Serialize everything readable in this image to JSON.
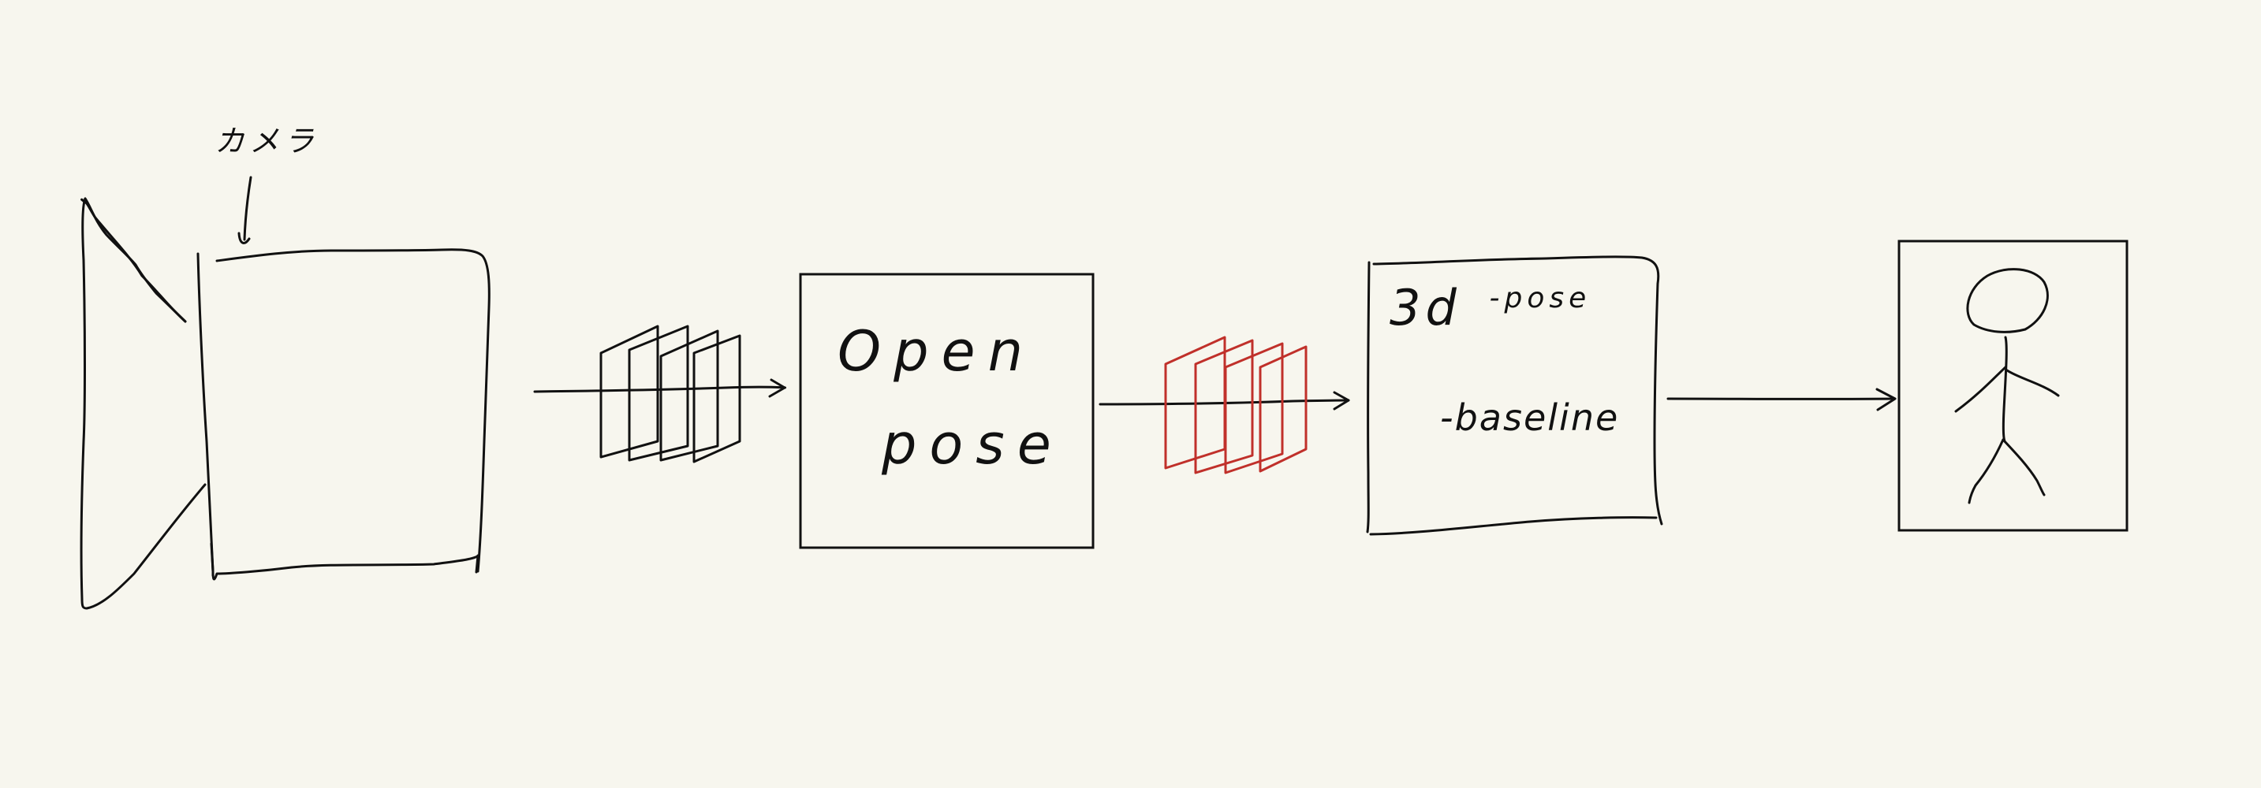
{
  "camera": {
    "label": "カメラ"
  },
  "openpose": {
    "line1": "Open",
    "line2": "pose"
  },
  "baseline3d": {
    "line1_main": "3d",
    "line1_suffix": "-pose",
    "line2": "-baseline"
  },
  "colors": {
    "background": "#f7f6ee",
    "ink": "#111111",
    "highlight": "#c0302a"
  },
  "icons": {
    "camera": "camera-icon",
    "frames_raw": "image-frames-icon",
    "frames_pose": "pose-frames-icon",
    "person": "stick-figure-icon"
  }
}
